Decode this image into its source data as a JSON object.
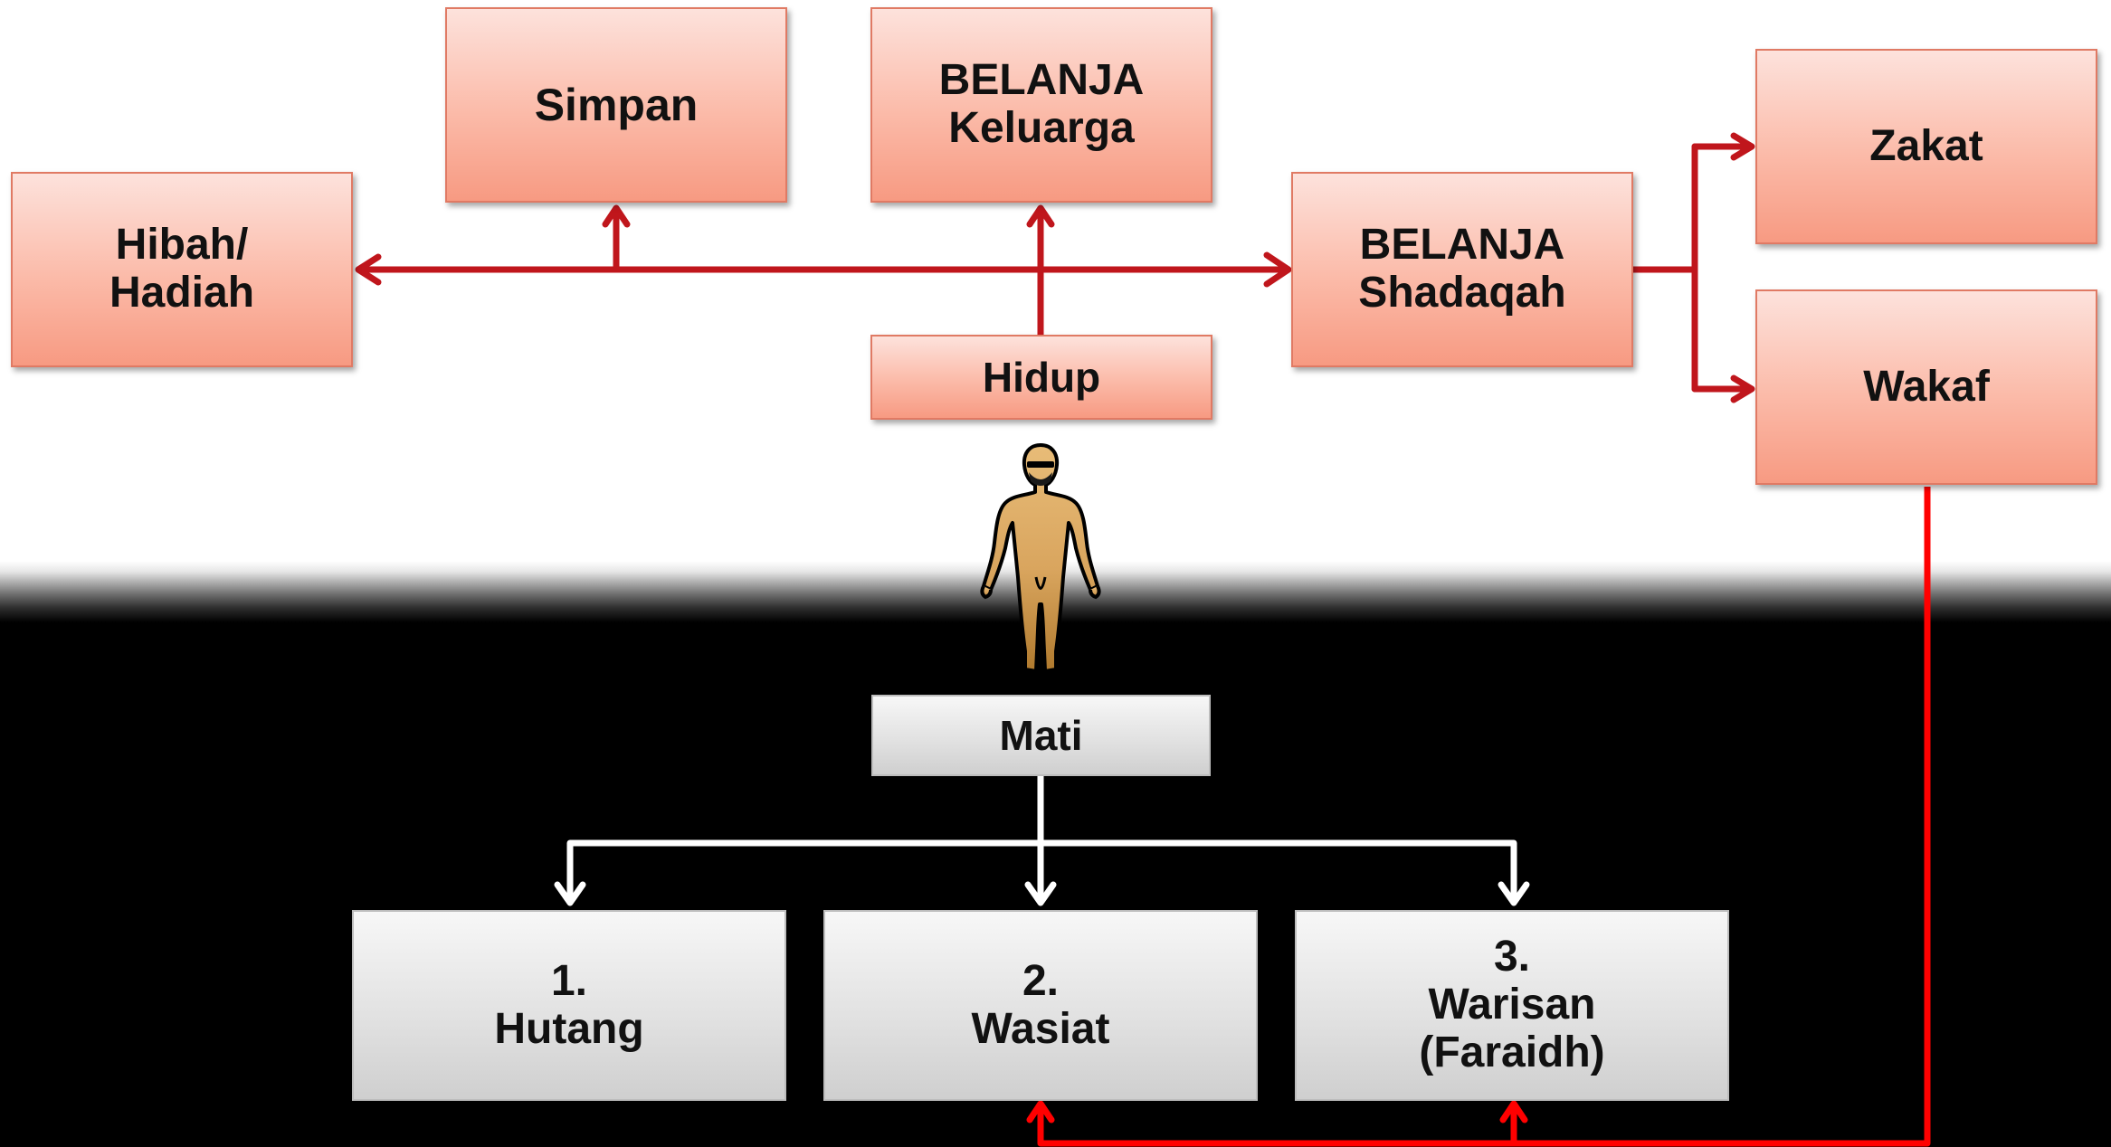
{
  "nodes": {
    "simpan": "Simpan",
    "belanja_keluarga": [
      "BELANJA",
      "Keluarga"
    ],
    "hibah_hadiah": [
      "Hibah/",
      "Hadiah"
    ],
    "belanja_shadaqah": [
      "BELANJA",
      "Shadaqah"
    ],
    "zakat": "Zakat",
    "wakaf": "Wakaf",
    "hidup": "Hidup",
    "mati": "Mati",
    "hutang": [
      "1.",
      "Hutang"
    ],
    "wasiat": [
      "2.",
      "Wasiat"
    ],
    "warisan": [
      "3.",
      "Warisan",
      "(Faraidh)"
    ]
  },
  "colors": {
    "living_arrow": "#c0161c",
    "death_arrow": "#ffffff",
    "wakaf_line": "#ff0000",
    "living_box": "#fbbaa8",
    "death_box": "#e0e0e0"
  },
  "icons": {
    "person": "human-figure-icon"
  }
}
